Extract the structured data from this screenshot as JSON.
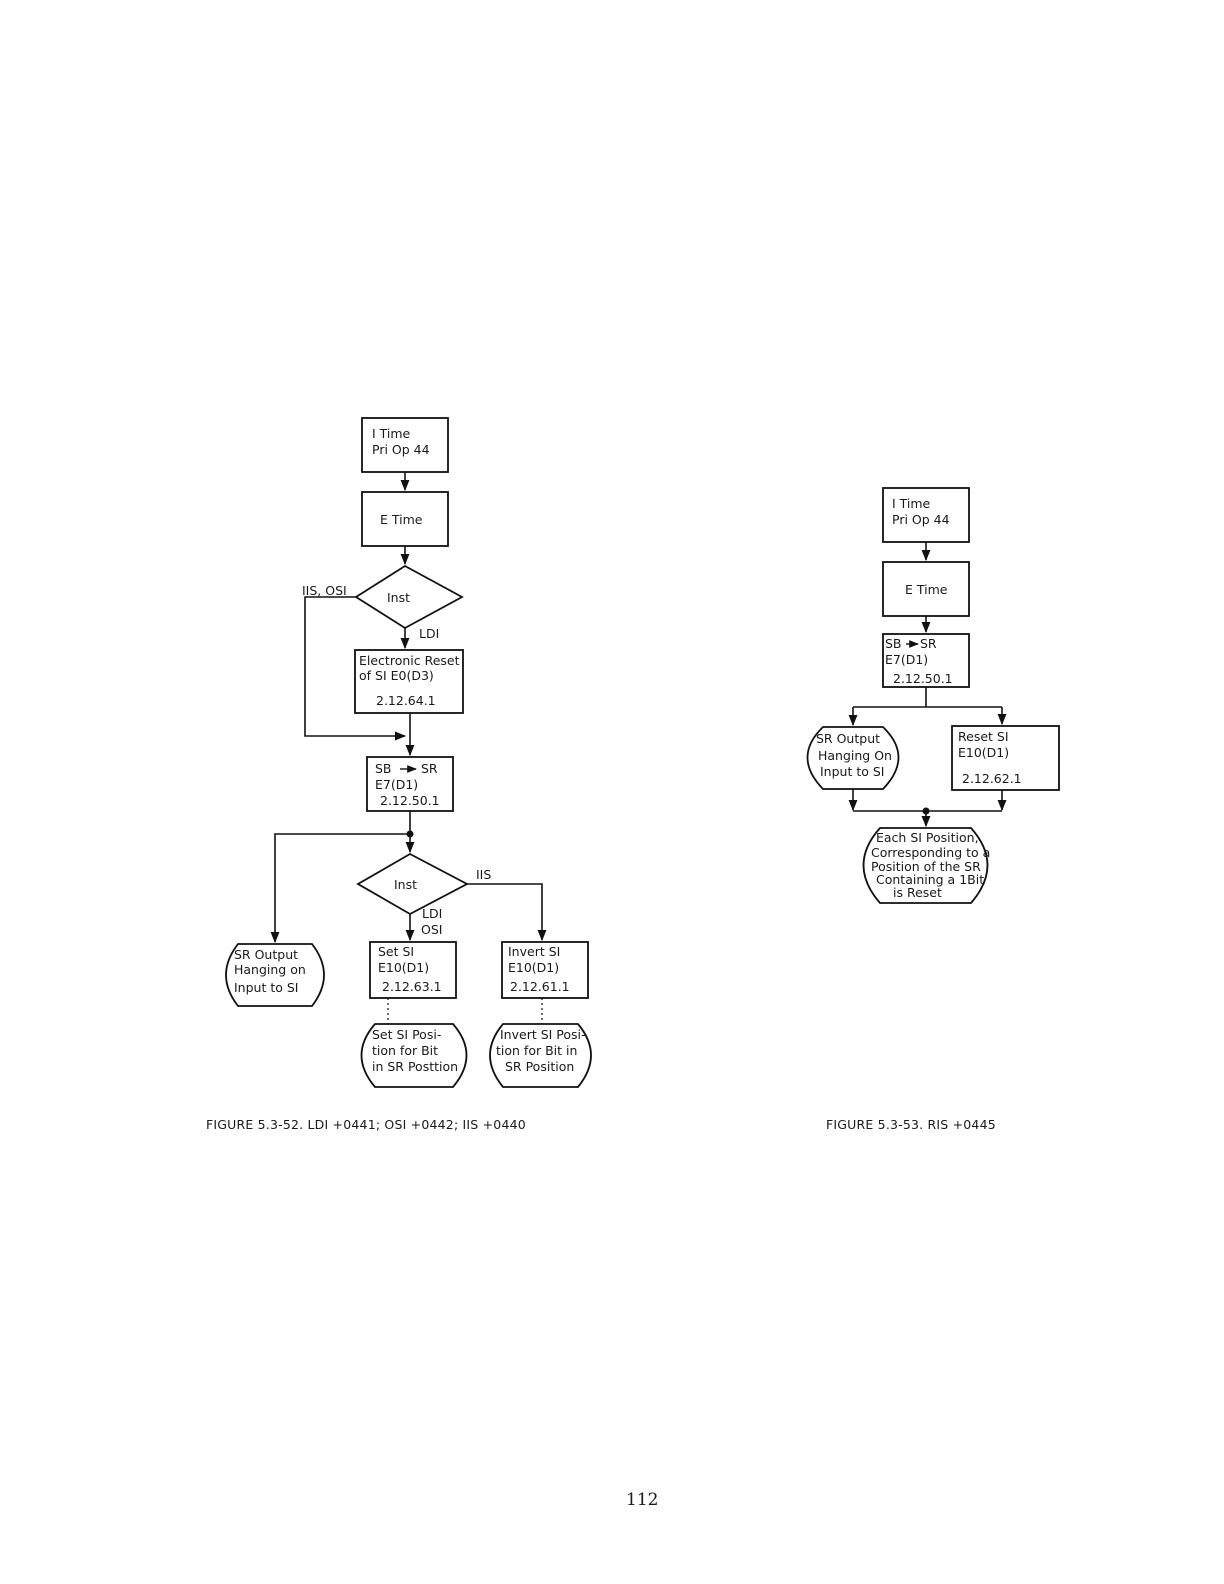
{
  "figure1": {
    "itime": [
      "I Time",
      "Pri Op 44"
    ],
    "etime": "E Time",
    "decision1": "Inst",
    "label_iis_osi": "IIS, OSI",
    "label_ldi": "LDI",
    "reset": [
      "Electronic Reset",
      "of SI E0(D3)",
      "2.12.64.1"
    ],
    "sbsr": [
      "SB",
      "SR",
      "E7(D1)",
      "2.12.50.1"
    ],
    "decision2": "Inst",
    "label_iis": "IIS",
    "label_ldi_osi": [
      "LDI",
      "OSI"
    ],
    "output": [
      "SR Output",
      "Hanging on",
      "Input to SI"
    ],
    "setsi": [
      "Set SI",
      "E10(D1)",
      "2.12.63.1"
    ],
    "invertsi": [
      "Invert SI",
      "E10(D1)",
      "2.12.61.1"
    ],
    "set_note": [
      "Set SI Posi-",
      "tion for Bit",
      "in SR Posttion"
    ],
    "invert_note": [
      "Invert SI Posi-",
      "tion for Bit in",
      "SR Position"
    ],
    "caption": "FIGURE 5.3-52.  LDI +0441; OSI +0442; IIS +0440"
  },
  "figure2": {
    "itime": [
      "I Time",
      "Pri Op 44"
    ],
    "etime": "E Time",
    "sbsr": [
      "SB",
      "SR",
      "E7(D1)",
      "2.12.50.1"
    ],
    "output": [
      "SR Output",
      "Hanging On",
      "Input to SI"
    ],
    "reset": [
      "Reset SI",
      "E10(D1)",
      "2.12.62.1"
    ],
    "result": [
      "Each SI Position,",
      "Corresponding to a",
      "Position of the SR",
      "Containing a 1Bit",
      "is Reset"
    ],
    "caption": "FIGURE 5.3-53.  RIS +0445"
  },
  "page_number": "112"
}
